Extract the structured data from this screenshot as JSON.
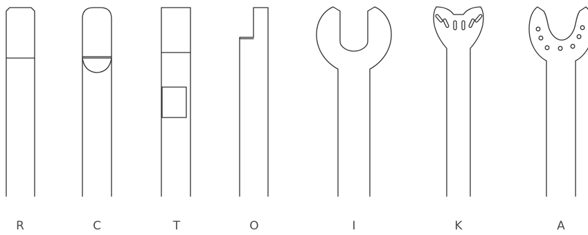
{
  "tools": [
    {
      "letter": "R",
      "icon": "flat-tip-tool-icon"
    },
    {
      "letter": "C",
      "icon": "rounded-tip-tool-icon"
    },
    {
      "letter": "T",
      "icon": "square-window-tool-icon"
    },
    {
      "letter": "O",
      "icon": "offset-step-tool-icon"
    },
    {
      "letter": "I",
      "icon": "open-wrench-icon"
    },
    {
      "letter": "K",
      "icon": "slotted-wrench-icon"
    },
    {
      "letter": "A",
      "icon": "pinned-wrench-icon"
    }
  ],
  "colors": {
    "stroke": "#2e2e2e",
    "label": "#4a4a4a",
    "background": "#ffffff"
  }
}
